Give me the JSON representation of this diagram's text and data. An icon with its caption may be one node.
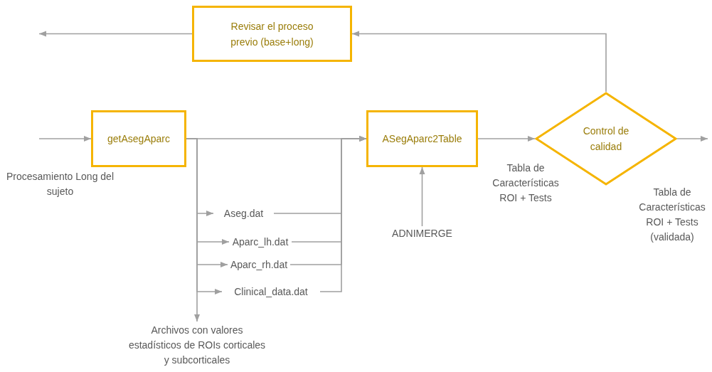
{
  "diagram": {
    "nodes": [
      {
        "text": [
          "Revisar el proceso previo (base+long)"
        ]
      },
      {
        "text": [
          "getAsegAparc"
        ]
      },
      {
        "text": [
          "ASegAparc2Table"
        ]
      },
      {
        "text": [
          "Control de calidad"
        ]
      },
      {
        "text": [
          "Aseg.dat"
        ]
      },
      {
        "text": [
          "Aparc_lh.dat"
        ]
      },
      {
        "text": [
          "Aparc_rh.dat"
        ]
      },
      {
        "text": [
          "Clinical_data.dat"
        ]
      },
      {
        "text": [
          "Archivos con valores estadísticos de ROIs corticales y subcorticales"
        ]
      },
      {
        "text": [
          "ADNIMERGE"
        ]
      }
    ],
    "edges": [
      {
        "from": null,
        "to": 1,
        "arrow": "to",
        "label": "Procesamiento Long del sujeto"
      },
      {
        "from": 1,
        "to": 2,
        "arrow": "to"
      },
      {
        "from": 1,
        "to": 4,
        "arrow": "to"
      },
      {
        "from": 1,
        "to": 5,
        "arrow": "to"
      },
      {
        "from": 1,
        "to": 6,
        "arrow": "to"
      },
      {
        "from": 1,
        "to": 7,
        "arrow": "to"
      },
      {
        "from": 1,
        "to": 8,
        "arrow": "to"
      },
      {
        "from": 4,
        "to": 2,
        "arrow": "to"
      },
      {
        "from": 5,
        "to": 2,
        "arrow": "to"
      },
      {
        "from": 6,
        "to": 2,
        "arrow": "to"
      },
      {
        "from": 7,
        "to": 2,
        "arrow": "to"
      },
      {
        "from": 9,
        "to": 2,
        "arrow": "to"
      },
      {
        "from": 2,
        "to": 3,
        "arrow": "to",
        "label": "Tabla de Características ROI + Tests"
      },
      {
        "from": 3,
        "to": null,
        "arrow": "to",
        "label": "Tabla de Características ROI + Tests (validada)"
      },
      {
        "from": 3,
        "to": 0,
        "arrow": "to"
      },
      {
        "from": 0,
        "to": null,
        "arrow": "to"
      }
    ]
  }
}
